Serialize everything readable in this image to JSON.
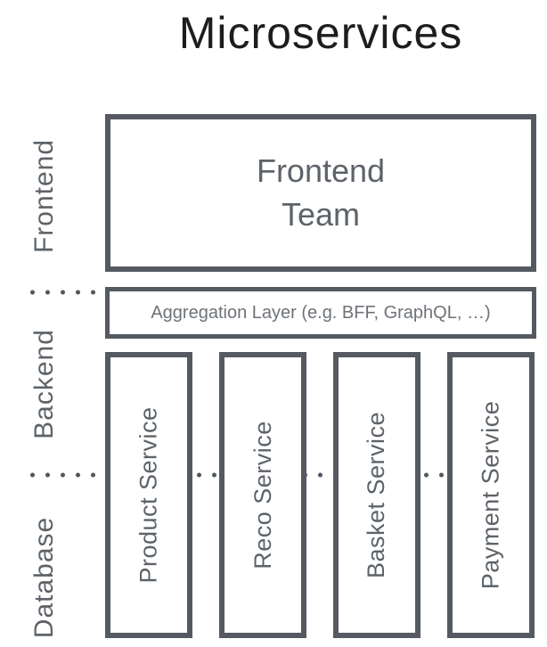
{
  "title": "Microservices",
  "colors": {
    "border": "#555a62",
    "text": "#5d6369",
    "agg-text": "#6e7378",
    "title": "#1d1d1f",
    "dots": "#51565e",
    "bg": "#ffffff"
  },
  "layers": [
    {
      "label": "Frontend"
    },
    {
      "label": "Backend"
    },
    {
      "label": "Database"
    }
  ],
  "frontend_box": {
    "line1": "Frontend",
    "line2": "Team"
  },
  "aggregation_box": {
    "label": "Aggregation Layer (e.g. BFF, GraphQL, …)"
  },
  "services": [
    {
      "label": "Product Service"
    },
    {
      "label": "Reco Service"
    },
    {
      "label": "Basket Service"
    },
    {
      "label": "Payment Service"
    }
  ]
}
